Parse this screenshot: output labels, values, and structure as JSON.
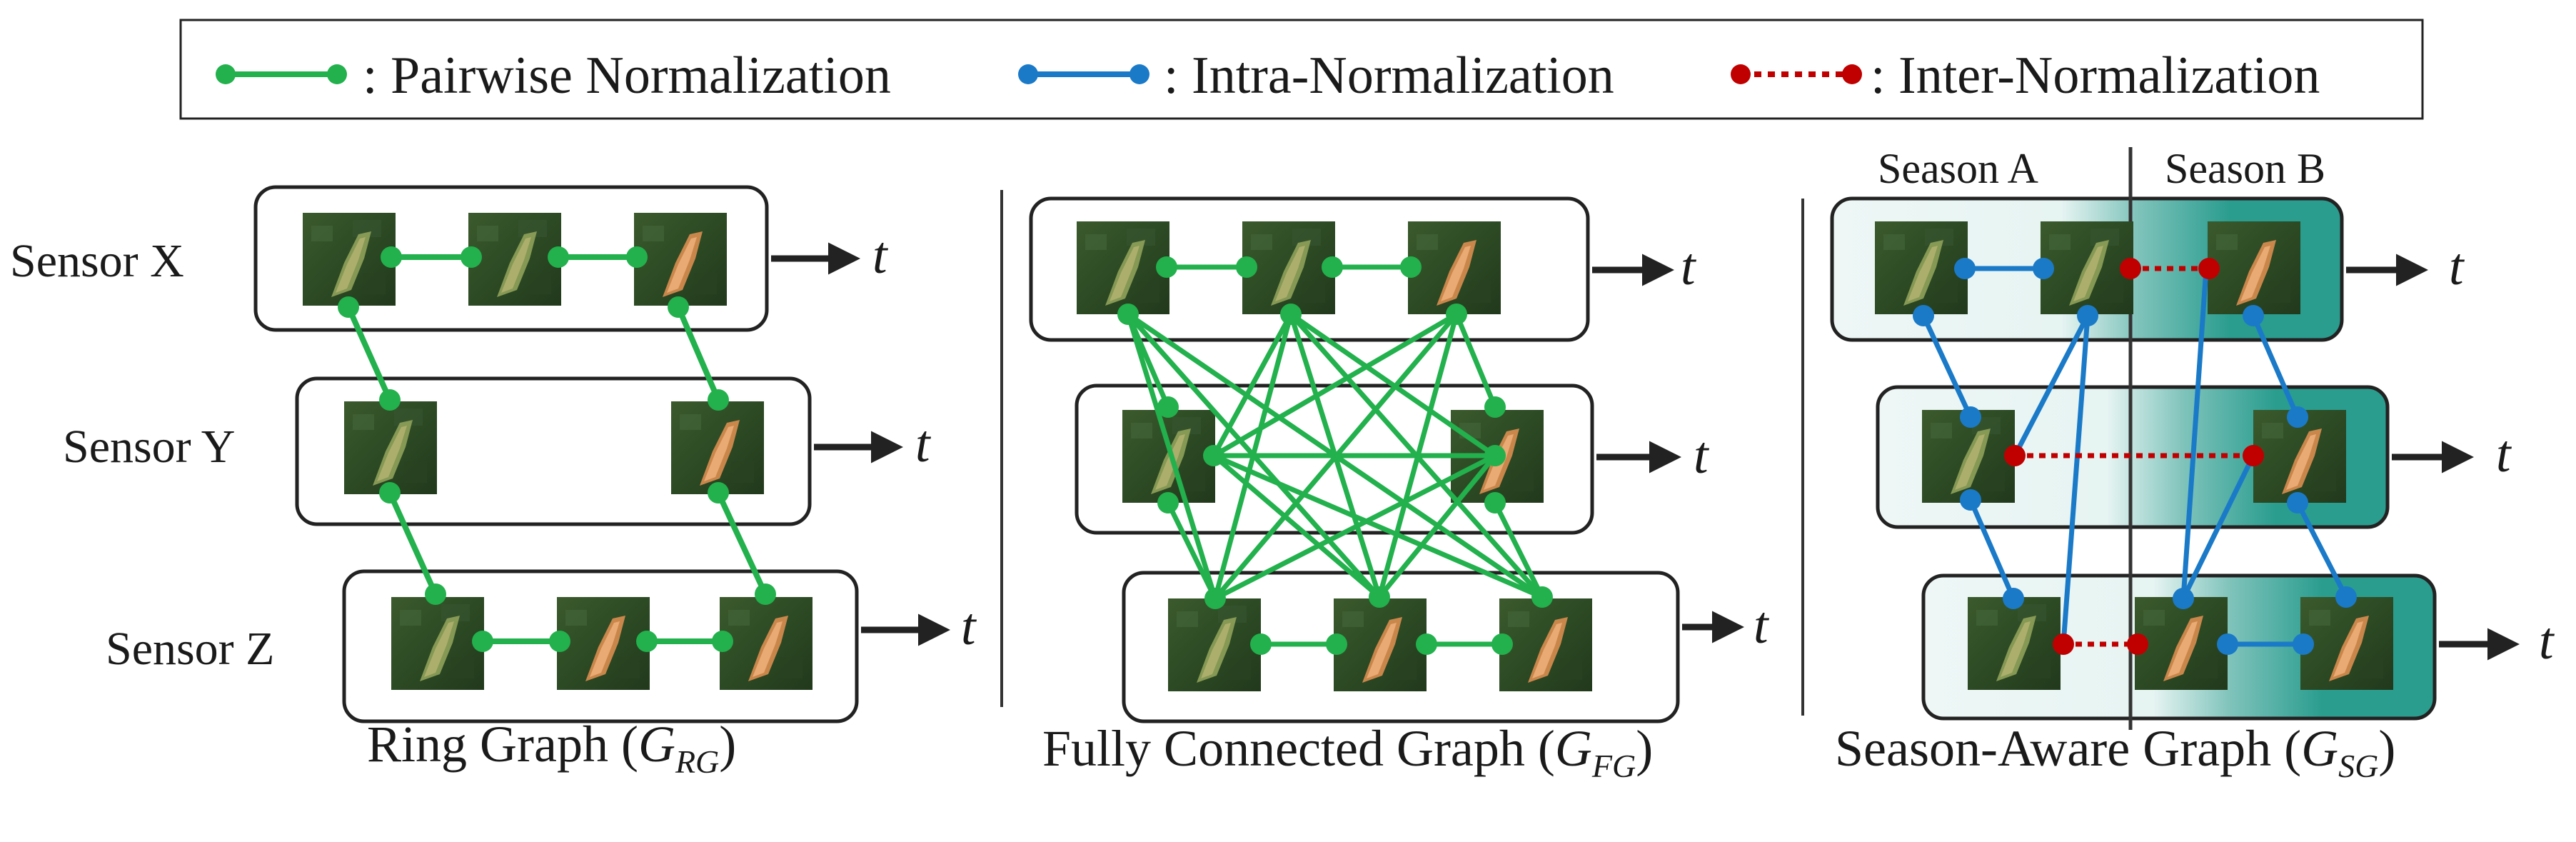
{
  "legend": {
    "pairwise": ": Pairwise Normalization",
    "intra": ": Intra-Normalization",
    "inter": ": Inter-Normalization"
  },
  "colors": {
    "pairwise": "#22b14c",
    "intra": "#1a7ac8",
    "inter": "#c00000",
    "season_b": "#2a9d8f",
    "axis": "#222222"
  },
  "sensors": [
    "Sensor X",
    "Sensor Y",
    "Sensor Z"
  ],
  "time_label": "t",
  "seasons": {
    "a": "Season A",
    "b": "Season B"
  },
  "captions": {
    "ring": {
      "text": "Ring Graph (",
      "sym": "G",
      "sub": "RG",
      "close": ")"
    },
    "fully": {
      "text": "Fully Connected Graph (",
      "sym": "G",
      "sub": "FG",
      "close": ")"
    },
    "season": {
      "text": "Season-Aware Graph (",
      "sym": "G",
      "sub": "SG",
      "close": ")"
    }
  }
}
